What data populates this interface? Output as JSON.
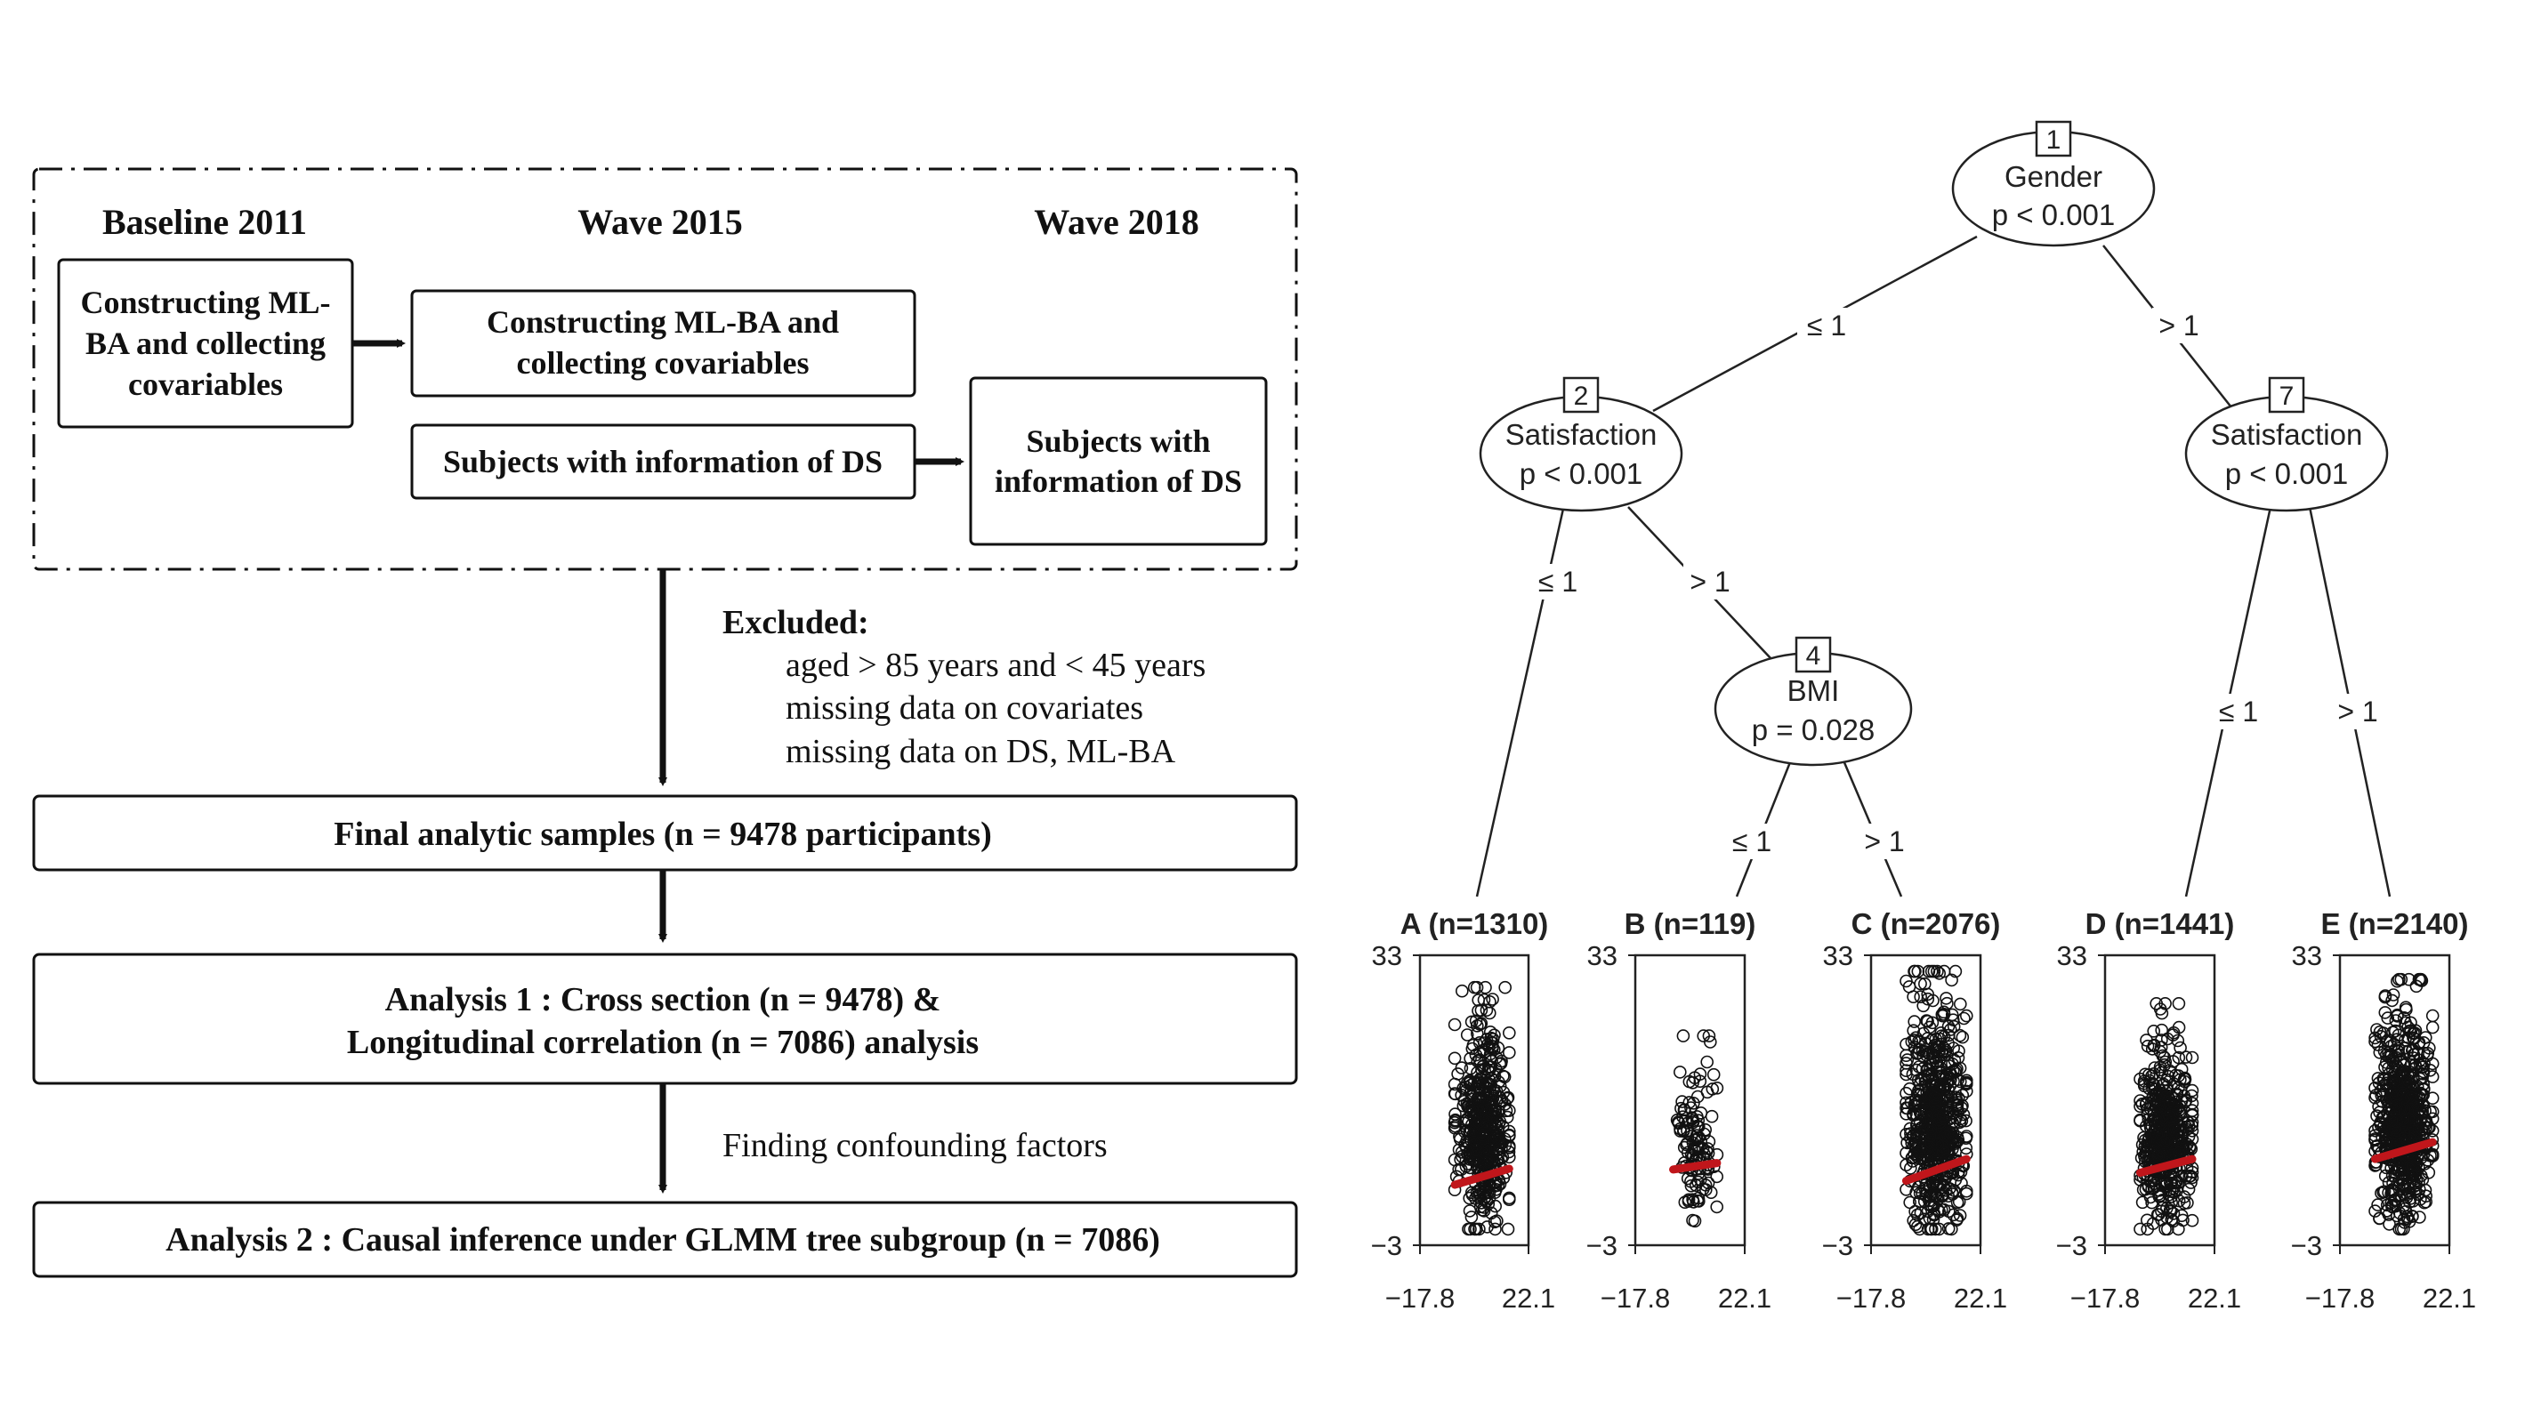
{
  "flowchart": {
    "headers": {
      "baseline": "Baseline 2011",
      "wave2015": "Wave 2015",
      "wave2018": "Wave 2018"
    },
    "boxes": {
      "baseline_box": [
        "Constructing ML-",
        "BA and collecting",
        "covariables"
      ],
      "wave2015_box": [
        "Constructing ML-BA and",
        "collecting covariables"
      ],
      "ds2015_box": "Subjects with information of DS",
      "ds2018_box": [
        "Subjects with",
        "information of DS"
      ],
      "final": "Final analytic samples (n = 9478 participants)",
      "analysis1": [
        "Analysis 1 : Cross section (n = 9478) &",
        "Longitudinal correlation (n = 7086) analysis"
      ],
      "analysis2": "Analysis 2 : Causal inference under GLMM tree subgroup (n = 7086)"
    },
    "excluded": {
      "title": "Excluded:",
      "items": [
        "aged > 85 years and < 45 years",
        "missing data on covariates",
        "missing data on DS, ML-BA"
      ]
    },
    "confounding_label": "Finding confounding factors"
  },
  "tree": {
    "nodes": [
      {
        "id": "1",
        "name": "Gender",
        "p": "p < 0.001"
      },
      {
        "id": "2",
        "name": "Satisfaction",
        "p": "p < 0.001"
      },
      {
        "id": "4",
        "name": "BMI",
        "p": "p = 0.028"
      },
      {
        "id": "7",
        "name": "Satisfaction",
        "p": "p < 0.001"
      }
    ],
    "edge_labels": {
      "n1_left": "≤ 1",
      "n1_right": "> 1",
      "n2_left": "≤ 1",
      "n2_right": "> 1",
      "n4_left": "≤ 1",
      "n4_right": "> 1",
      "n7_left": "≤ 1",
      "n7_right": "> 1"
    },
    "accent_color": "#c0161b",
    "line_color": "#222222"
  },
  "chart_data": [
    {
      "type": "scatter",
      "title": "A (n=1310)",
      "n": 1310,
      "xlim": [
        -17.8,
        22.1
      ],
      "ylim": [
        -3,
        33
      ],
      "xticks": [
        "−17.8",
        "22.1"
      ],
      "yticks": [
        "−3",
        "33"
      ],
      "xrange": [
        -5,
        15
      ],
      "yrange": [
        -1,
        29
      ],
      "fit": {
        "x": [
          -5,
          15
        ],
        "y": [
          4.5,
          6.5
        ]
      }
    },
    {
      "type": "scatter",
      "title": "B (n=119)",
      "n": 119,
      "xlim": [
        -17.8,
        22.1
      ],
      "ylim": [
        -3,
        33
      ],
      "xticks": [
        "−17.8",
        "22.1"
      ],
      "yticks": [
        "−3",
        "33"
      ],
      "xrange": [
        -4,
        12
      ],
      "yrange": [
        0,
        23
      ],
      "fit": {
        "x": [
          -4,
          12
        ],
        "y": [
          6.4,
          7.2
        ]
      }
    },
    {
      "type": "scatter",
      "title": "C (n=2076)",
      "n": 2076,
      "xlim": [
        -17.8,
        22.1
      ],
      "ylim": [
        -3,
        33
      ],
      "xticks": [
        "−17.8",
        "22.1"
      ],
      "yticks": [
        "−3",
        "33"
      ],
      "xrange": [
        -5,
        17
      ],
      "yrange": [
        -1,
        31
      ],
      "fit": {
        "x": [
          -5,
          17
        ],
        "y": [
          5.0,
          7.7
        ]
      }
    },
    {
      "type": "scatter",
      "title": "D (n=1441)",
      "n": 1441,
      "xlim": [
        -17.8,
        22.1
      ],
      "ylim": [
        -3,
        33
      ],
      "xticks": [
        "−17.8",
        "22.1"
      ],
      "yticks": [
        "−3",
        "33"
      ],
      "xrange": [
        -5,
        14
      ],
      "yrange": [
        -1,
        27
      ],
      "fit": {
        "x": [
          -5,
          14
        ],
        "y": [
          6.0,
          7.7
        ]
      }
    },
    {
      "type": "scatter",
      "title": "E (n=2140)",
      "n": 2140,
      "xlim": [
        -17.8,
        22.1
      ],
      "ylim": [
        -3,
        33
      ],
      "xticks": [
        "−17.8",
        "22.1"
      ],
      "yticks": [
        "−3",
        "33"
      ],
      "xrange": [
        -5,
        16
      ],
      "yrange": [
        -1,
        30
      ],
      "fit": {
        "x": [
          -5,
          16
        ],
        "y": [
          7.7,
          9.8
        ]
      }
    }
  ]
}
